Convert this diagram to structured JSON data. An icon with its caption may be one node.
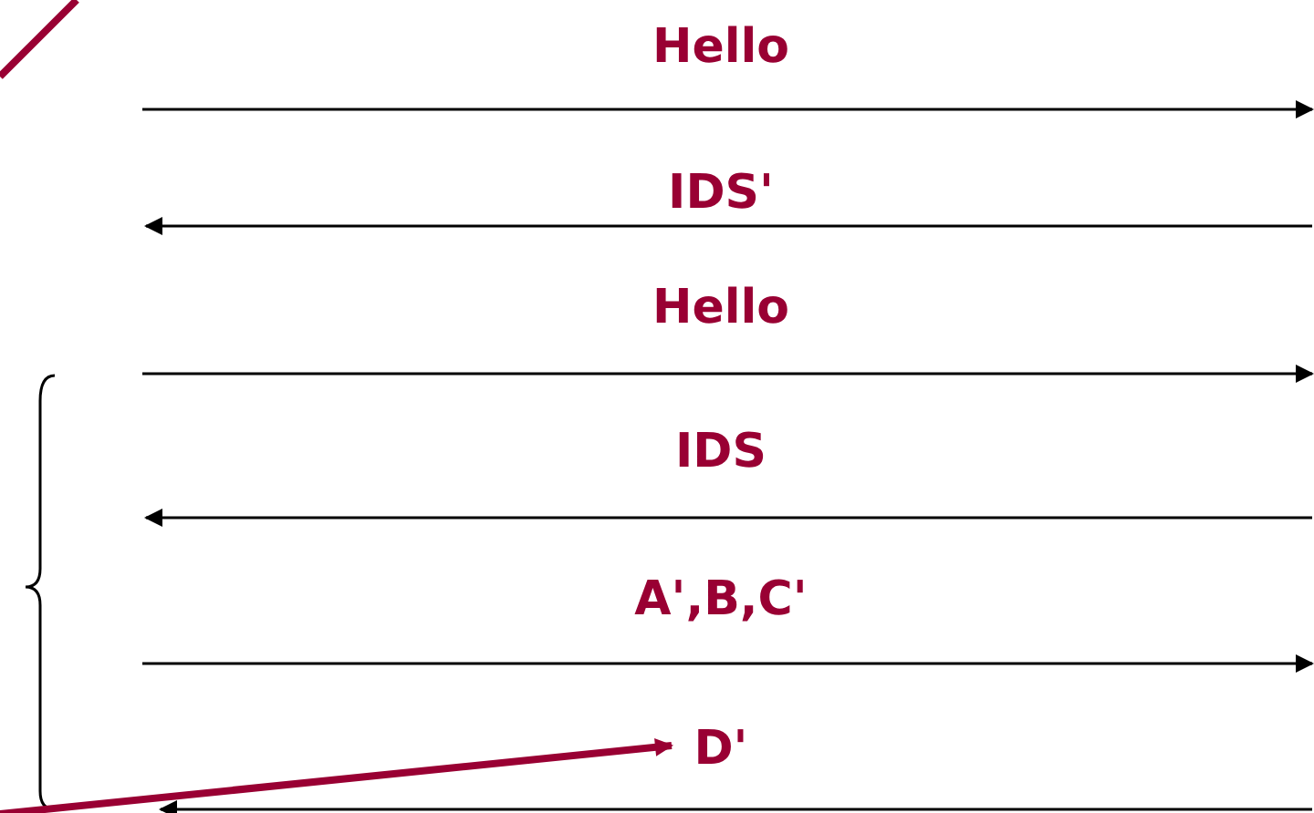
{
  "diagram": {
    "labels": [
      "Hello",
      "IDS'",
      "Hello",
      "IDS",
      "A',B,C'",
      "D'"
    ]
  }
}
